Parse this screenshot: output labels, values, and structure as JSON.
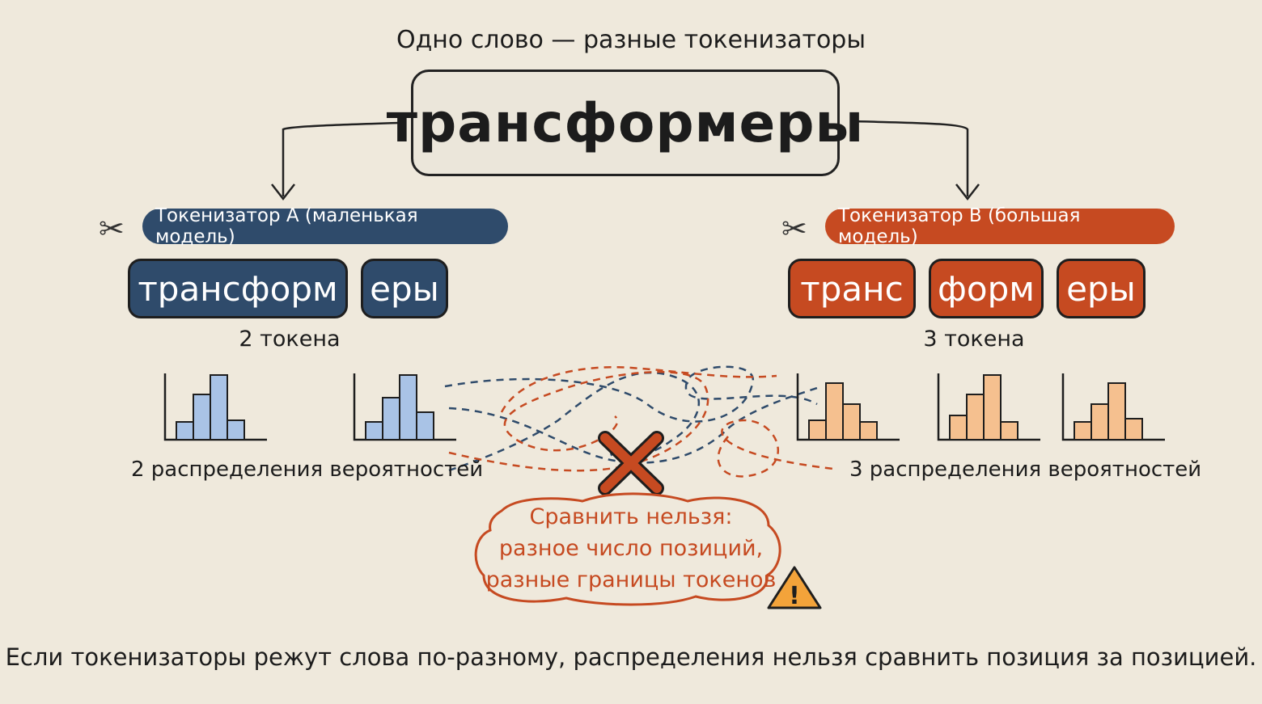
{
  "heading": "Одно слово — разные токенизаторы",
  "word": "трансформеры",
  "tokenizer_a": {
    "label": "Токенизатор A (маленькая модель)",
    "tokens": [
      "трансформ",
      "еры"
    ],
    "count": "2 токена",
    "dist_label": "2 распределения вероятностей"
  },
  "tokenizer_b": {
    "label": "Токенизатор B (большая модель)",
    "tokens": [
      "транс",
      "форм",
      "еры"
    ],
    "count": "3 токена",
    "dist_label": "3 распределения вероятностей"
  },
  "warning": {
    "line1": "Сравнить нельзя:",
    "line2": "разное число позиций,",
    "line3": "разные границы токенов"
  },
  "footer": "Если токенизаторы режут слова по-разному, распределения нельзя сравнить позиция за позицией.",
  "icons": {
    "scissors": "✂",
    "warning": "!"
  },
  "colors": {
    "blue": "#2f4b6b",
    "blue_light": "#a9c3e6",
    "orange": "#c64a21",
    "orange_light": "#f5c08f",
    "background": "#efe9dc"
  }
}
